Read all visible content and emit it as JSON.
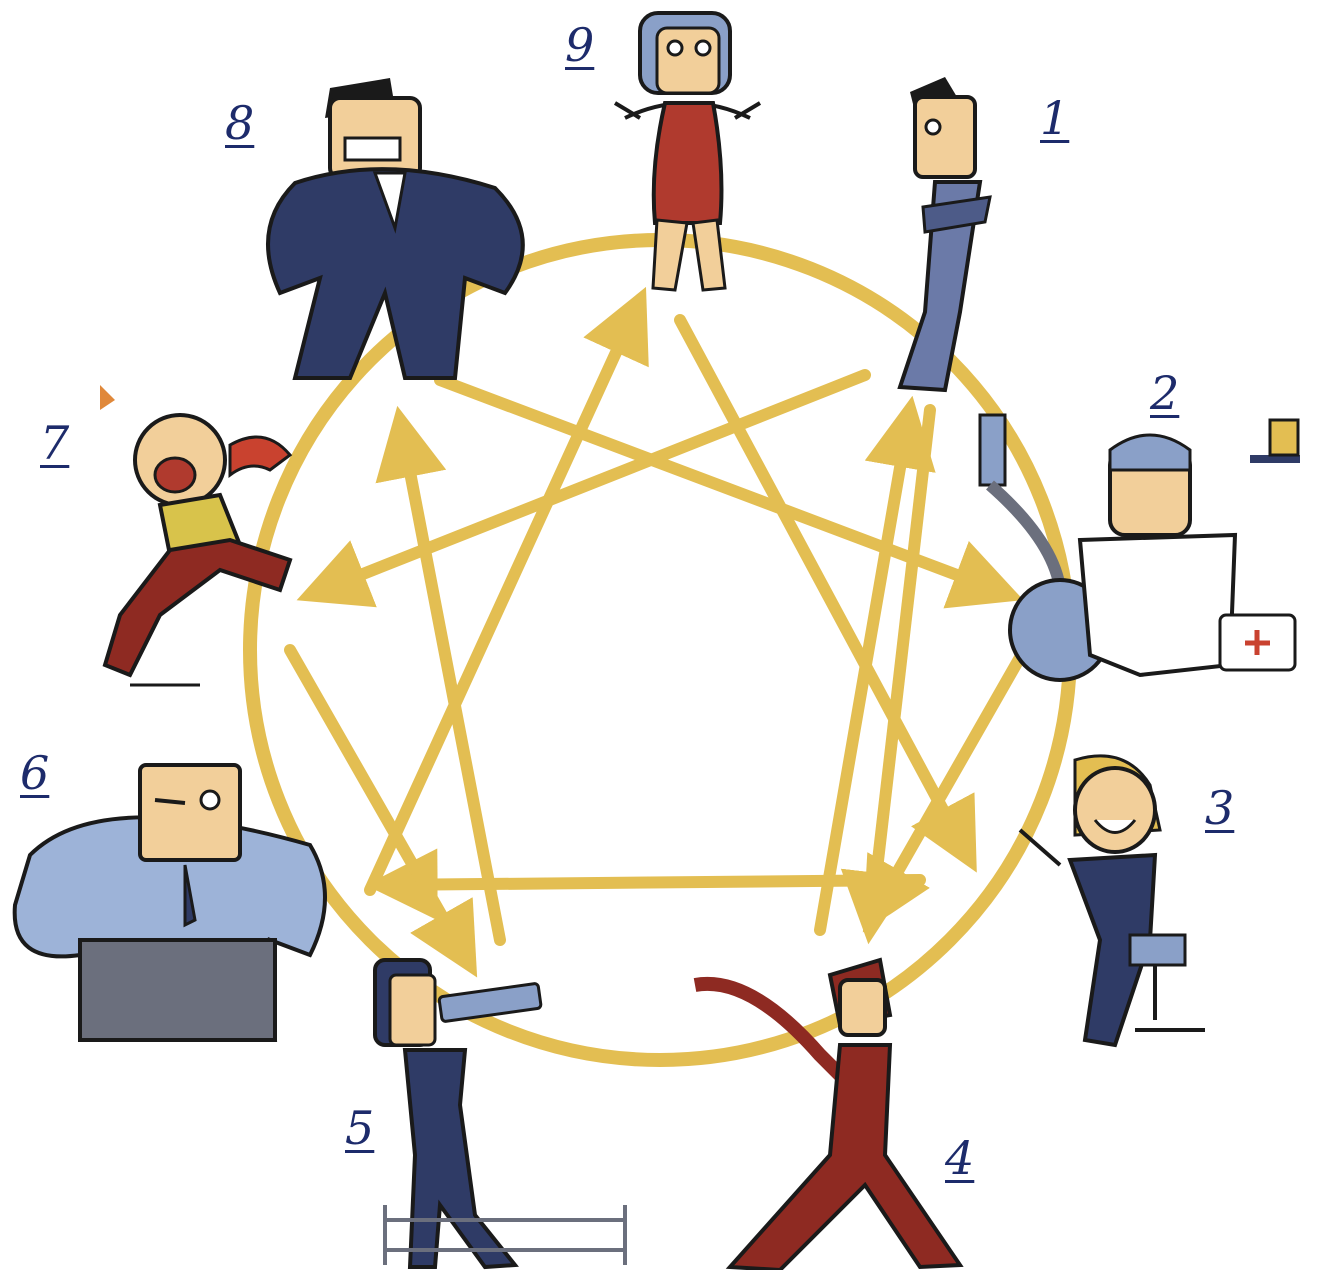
{
  "diagram": {
    "type": "enneagram",
    "colors": {
      "line": "#e3be52",
      "number": "#1d2b6b",
      "suit_navy": "#2f3b66",
      "dress_red": "#b03a2e",
      "suit_slate": "#6b7aa8",
      "skin": "#f2cf9a",
      "outline": "#1a1a1a",
      "shirt_blue": "#9db3d8",
      "pants_grey": "#6b6f7d",
      "maroon": "#8e2a22"
    },
    "figures": [
      {
        "number": "1",
        "icon": "arms-crossed-man-icon"
      },
      {
        "number": "2",
        "icon": "helper-with-vacuum-and-tray-icon"
      },
      {
        "number": "3",
        "icon": "smiling-businesswoman-icon"
      },
      {
        "number": "4",
        "icon": "dramatic-figure-icon"
      },
      {
        "number": "5",
        "icon": "observer-with-telescope-icon"
      },
      {
        "number": "6",
        "icon": "suspicious-man-icon"
      },
      {
        "number": "7",
        "icon": "running-enthusiast-icon"
      },
      {
        "number": "8",
        "icon": "angry-boss-icon"
      },
      {
        "number": "9",
        "icon": "shrugging-woman-icon"
      }
    ]
  }
}
